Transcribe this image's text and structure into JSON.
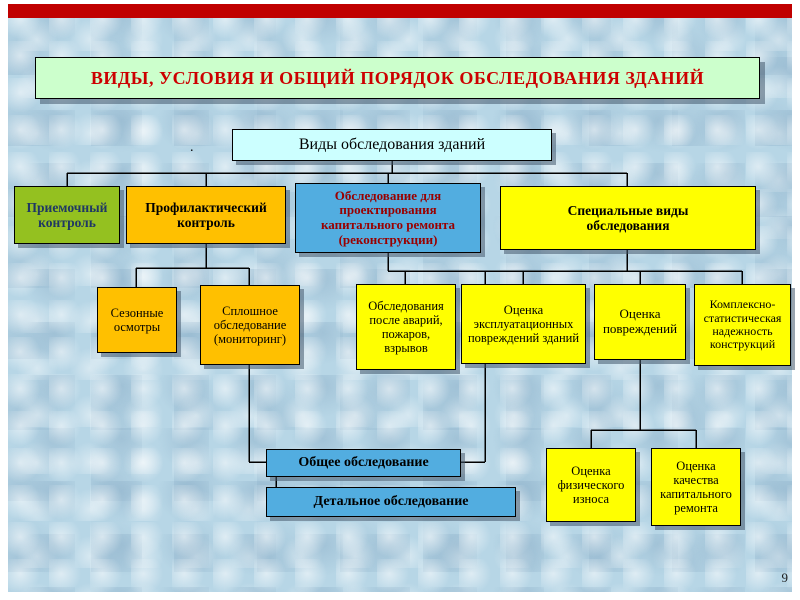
{
  "slide": {
    "title": "ВИДЫ, УСЛОВИЯ И ОБЩИЙ ПОРЯДОК ОБСЛЕДОВАНИЯ ЗДАНИЙ",
    "page_number": "9",
    "stray_mark": "."
  },
  "diagram": {
    "root": "Виды обследования зданий",
    "branches": {
      "acceptance": "Приемочный контроль",
      "preventive": "Профилактический контроль",
      "design": "Обследование для проектирования капитального ремонта (реконструкции)",
      "special": "Специальные виды обследования"
    },
    "preventive_children": {
      "seasonal": "Сезонные осмотры",
      "continuous": "Сплошное обследование (мониторинг)"
    },
    "design_children": {
      "after_accidents": "Обследования после аварий, пожаров, взрывов",
      "operational_damage": "Оценка эксплуатационных повреждений зданий"
    },
    "special_children": {
      "damage": "Оценка повреждений",
      "complex_stat": "Комплексно-статистическая надежность конструкций"
    },
    "damage_children": {
      "physical_wear": "Оценка физического износа",
      "repair_quality": "Оценка качества капитального ремонта"
    },
    "general": "Общее обследование",
    "detailed": "Детальное обследование"
  },
  "colors": {
    "top_bar_red": "#c00000",
    "title_bg_green": "#ccffcc",
    "title_text_red": "#cc0000",
    "root_bg_cyan": "#ccffff",
    "acceptance_bg_green": "#94c120",
    "acceptance_text_blue": "#1f3864",
    "orange_box": "#ffc000",
    "blue_box": "#52ade0",
    "design_text_red": "#990000",
    "yellow_box": "#ffff00",
    "slide_bg_blue": "#b7d6e6"
  }
}
